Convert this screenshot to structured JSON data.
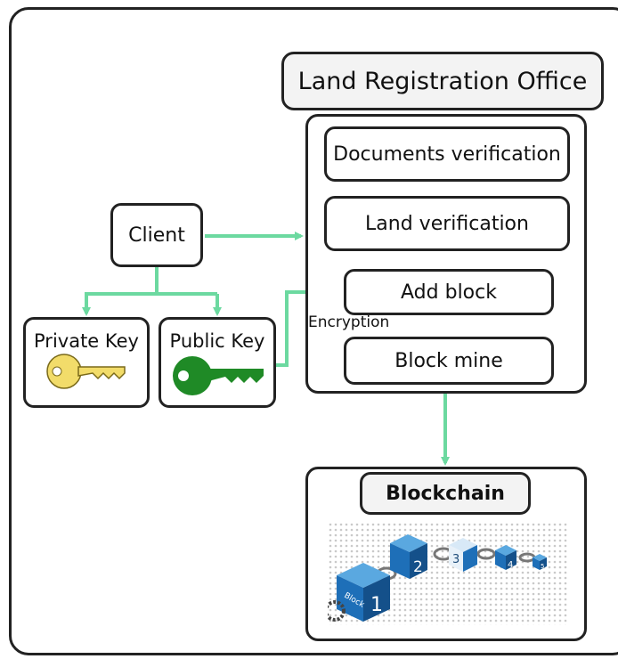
{
  "office": {
    "title": "Land Registration Office",
    "steps": [
      "Documents verification",
      "Land verification",
      "Add block",
      "Block mine"
    ]
  },
  "client": {
    "label": "Client",
    "keys": [
      "Private Key",
      "Public Key"
    ]
  },
  "encryption_label": "Encryption",
  "blockchain": {
    "title": "Blockchain",
    "image_labels": [
      "Block",
      "1",
      "2",
      "3",
      "4",
      "5"
    ]
  },
  "colors": {
    "arrow": "#6cd9a0",
    "private_key": "#f2dc6a",
    "public_key": "#1f8a26",
    "block": "#1e6fb8"
  }
}
